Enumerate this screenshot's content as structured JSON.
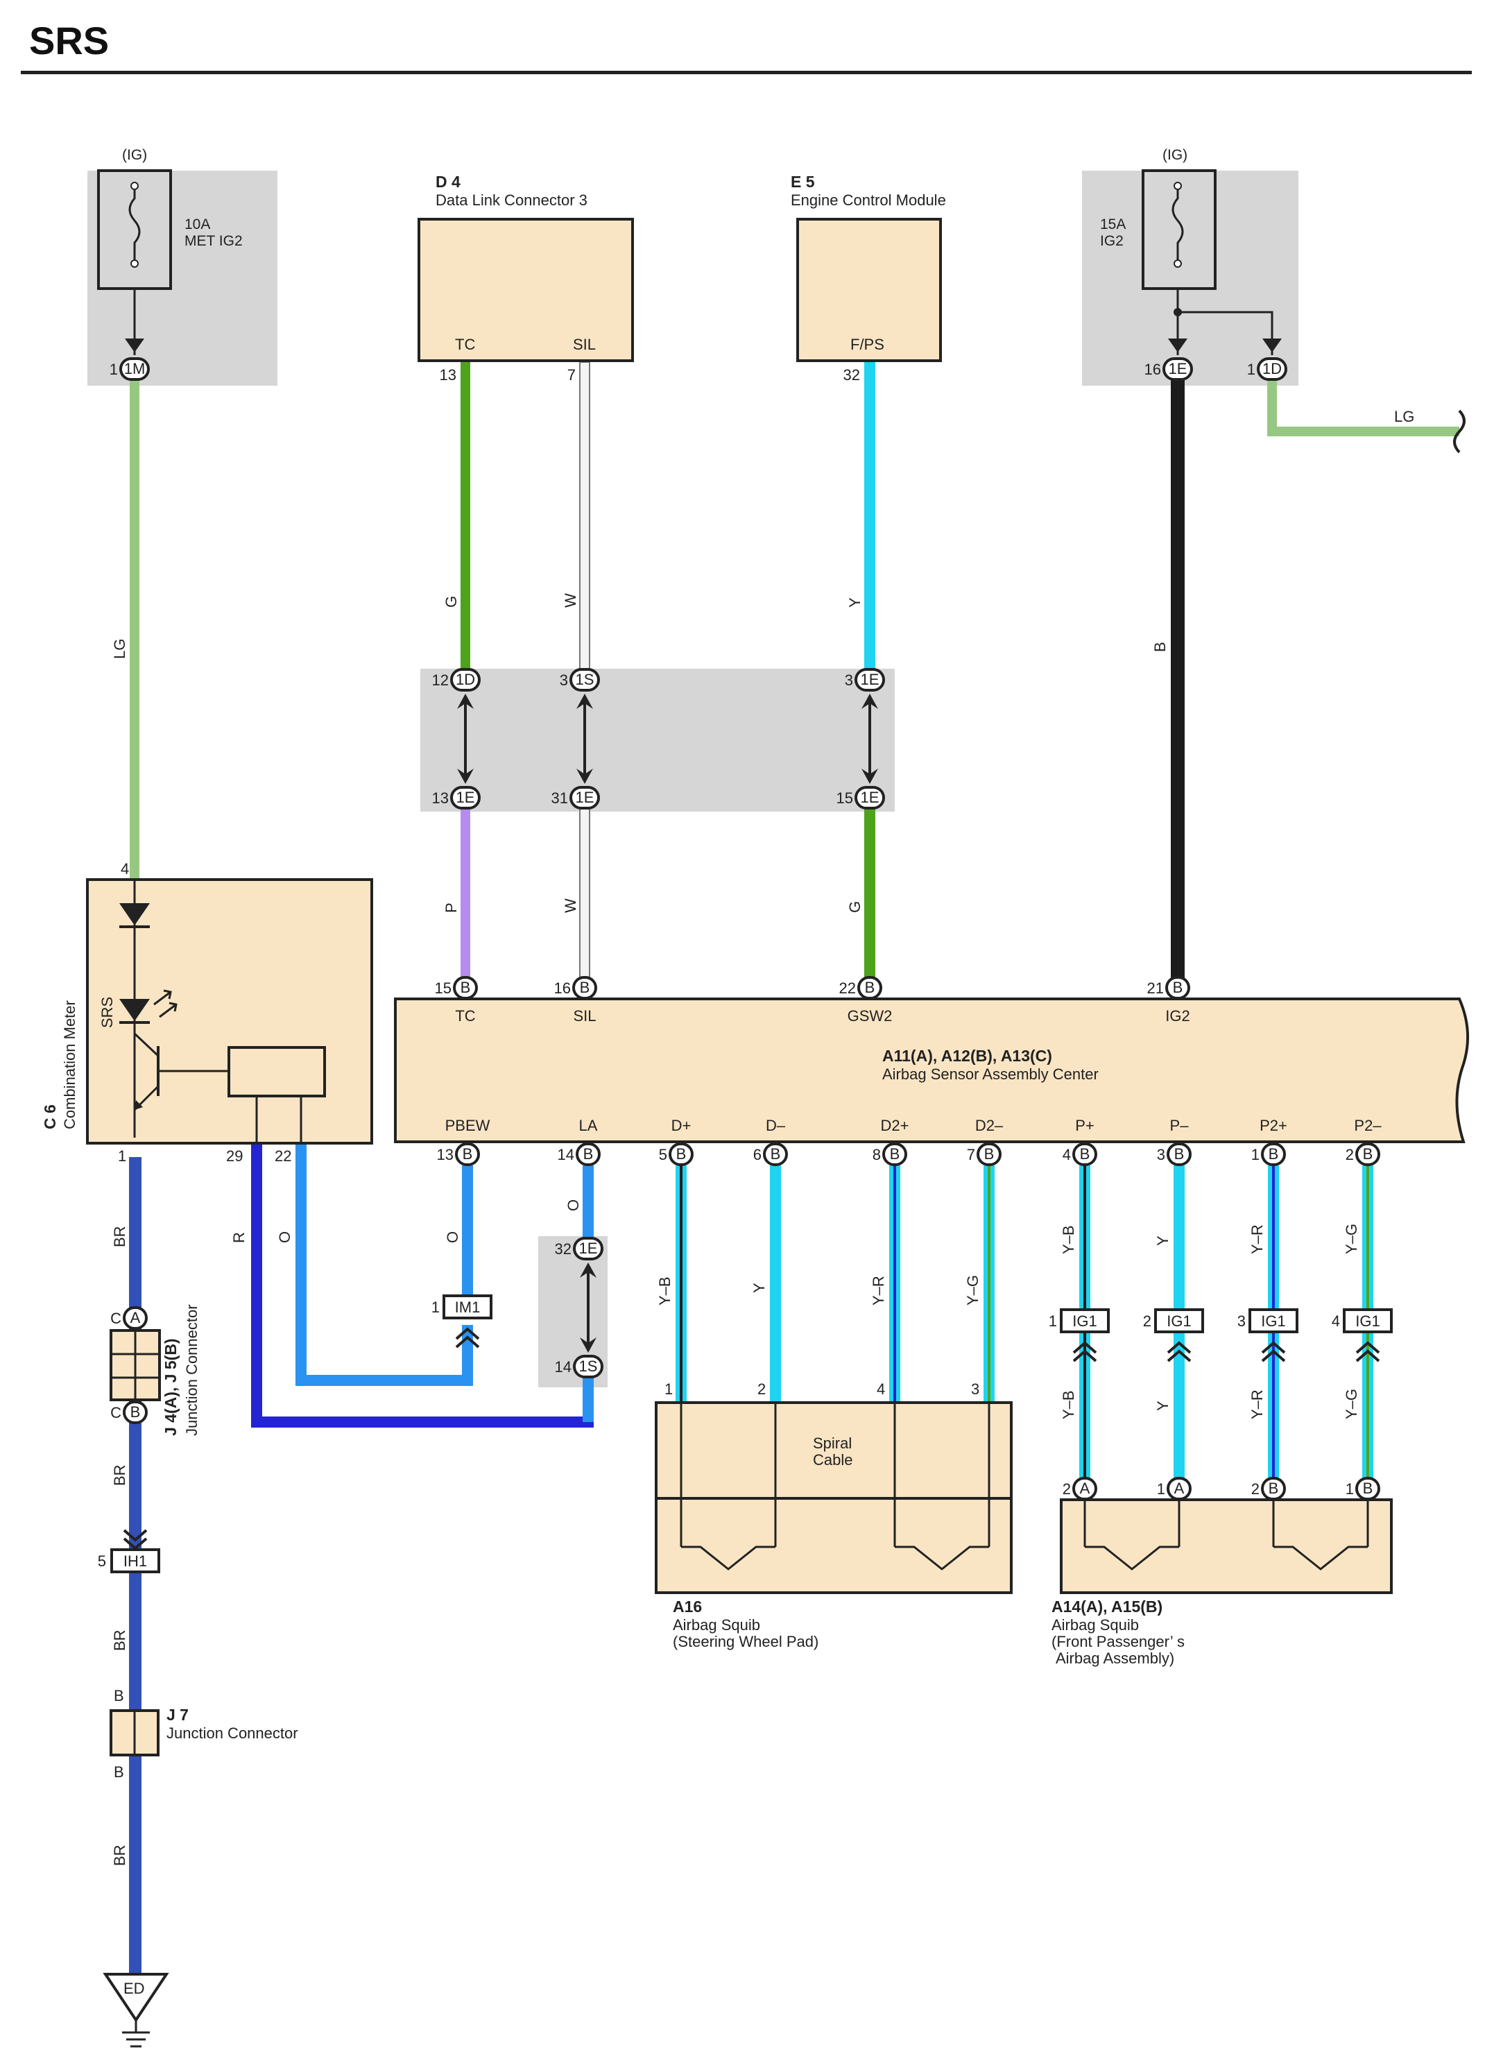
{
  "title": "SRS",
  "colors": {
    "LG": "#97c883",
    "G": "#4fa31b",
    "W": "#f4f4f4",
    "Y": "#20d3f0",
    "P": "#b58cf0",
    "B": "#1c1c1c",
    "BR": "#3350b8",
    "O": "#2a93f2",
    "R": "#2424d2",
    "component_fill": "#f9e5c4",
    "splice_fill": "#d6d6d6"
  },
  "power_sources": [
    {
      "supply": "(IG)",
      "fuse": [
        "10A",
        "MET IG2"
      ],
      "pins": [
        {
          "no": "1",
          "conn": "1M"
        }
      ]
    },
    {
      "supply": "(IG)",
      "fuse": [
        "15A",
        "IG2"
      ],
      "pins": [
        {
          "no": "16",
          "conn": "1E"
        },
        {
          "no": "1",
          "conn": "1D"
        }
      ]
    }
  ],
  "components": {
    "d4": {
      "ref": "D 4",
      "name": "Data Link Connector 3",
      "pins": [
        "TC",
        "SIL"
      ],
      "pin_nos": [
        "13",
        "7"
      ]
    },
    "e5": {
      "ref": "E 5",
      "name": "Engine Control Module",
      "pins": [
        "F/PS"
      ],
      "pin_nos": [
        "32"
      ]
    },
    "c6": {
      "ref": "C 6",
      "name": "Combination Meter",
      "inner": "SRS",
      "pin_nos": [
        "4",
        "1",
        "29",
        "22"
      ]
    },
    "ecu": {
      "ref": "A11(A), A12(B), A13(C)",
      "name": "Airbag Sensor Assembly Center",
      "top_pins": [
        {
          "name": "TC",
          "no": "15",
          "conn": "B"
        },
        {
          "name": "SIL",
          "no": "16",
          "conn": "B"
        },
        {
          "name": "GSW2",
          "no": "22",
          "conn": "B"
        },
        {
          "name": "IG2",
          "no": "21",
          "conn": "B"
        }
      ],
      "bottom_pins": [
        {
          "name": "PBEW",
          "no": "13",
          "conn": "B"
        },
        {
          "name": "LA",
          "no": "14",
          "conn": "B"
        },
        {
          "name": "D+",
          "no": "5",
          "conn": "B"
        },
        {
          "name": "D–",
          "no": "6",
          "conn": "B"
        },
        {
          "name": "D2+",
          "no": "8",
          "conn": "B"
        },
        {
          "name": "D2–",
          "no": "7",
          "conn": "B"
        },
        {
          "name": "P+",
          "no": "4",
          "conn": "B"
        },
        {
          "name": "P–",
          "no": "3",
          "conn": "B"
        },
        {
          "name": "P2+",
          "no": "1",
          "conn": "B"
        },
        {
          "name": "P2–",
          "no": "2",
          "conn": "B"
        }
      ]
    },
    "j4j5": {
      "ref": "J 4(A), J 5(B)",
      "name": "Junction Connector",
      "top": "C",
      "top_conn": "A",
      "bottom": "C",
      "bottom_conn": "B"
    },
    "j7": {
      "ref": "J 7",
      "name": "Junction Connector",
      "top": "B",
      "bottom": "B"
    },
    "spiral": {
      "name": [
        "Spiral",
        "Cable"
      ],
      "pin_nos": [
        "1",
        "2",
        "4",
        "3"
      ]
    },
    "a16": {
      "ref": "A16",
      "name": [
        "Airbag Squib",
        "(Steering Wheel Pad)"
      ]
    },
    "a14": {
      "ref": "A14(A), A15(B)",
      "name": [
        "Airbag Squib",
        "(Front Passenger’ s",
        "Airbag Assembly)"
      ],
      "pins": [
        {
          "no": "2",
          "conn": "A"
        },
        {
          "no": "1",
          "conn": "A"
        },
        {
          "no": "2",
          "conn": "B"
        },
        {
          "no": "1",
          "conn": "B"
        }
      ]
    }
  },
  "junctions": {
    "upper": [
      {
        "no": "12",
        "conn": "1D"
      },
      {
        "no": "3",
        "conn": "1S"
      },
      {
        "no": "3",
        "conn": "1E"
      },
      {
        "no": "13",
        "conn": "1E"
      },
      {
        "no": "31",
        "conn": "1E"
      },
      {
        "no": "15",
        "conn": "1E"
      }
    ],
    "la": [
      {
        "no": "32",
        "conn": "1E"
      },
      {
        "no": "14",
        "conn": "1S"
      }
    ]
  },
  "inline_connectors": {
    "im1": {
      "no": "1",
      "label": "IM1"
    },
    "ih1": {
      "no": "5",
      "label": "IH1"
    },
    "ig1": [
      {
        "no": "1",
        "label": "IG1"
      },
      {
        "no": "2",
        "label": "IG1"
      },
      {
        "no": "3",
        "label": "IG1"
      },
      {
        "no": "4",
        "label": "IG1"
      }
    ]
  },
  "ground": {
    "label": "ED"
  },
  "wire_labels": {
    "lg_meter": "LG",
    "lg_out": "LG",
    "g_upper": "G",
    "w_upper": "W",
    "y_upper": "Y",
    "p_lower": "P",
    "w_lower": "W",
    "g_lower": "G",
    "b_ig2": "B",
    "br1": "BR",
    "br2": "BR",
    "br3": "BR",
    "br4": "BR",
    "r_meter": "R",
    "o_meter": "O",
    "o_pbew": "O",
    "o_la": "O",
    "d_squib": [
      "Y–B",
      "Y",
      "Y–R",
      "Y–G"
    ],
    "p_squib_upper": [
      "Y–B",
      "Y",
      "Y–R",
      "Y–G"
    ],
    "p_squib_lower": [
      "Y–B",
      "Y",
      "Y–R",
      "Y–G"
    ]
  }
}
